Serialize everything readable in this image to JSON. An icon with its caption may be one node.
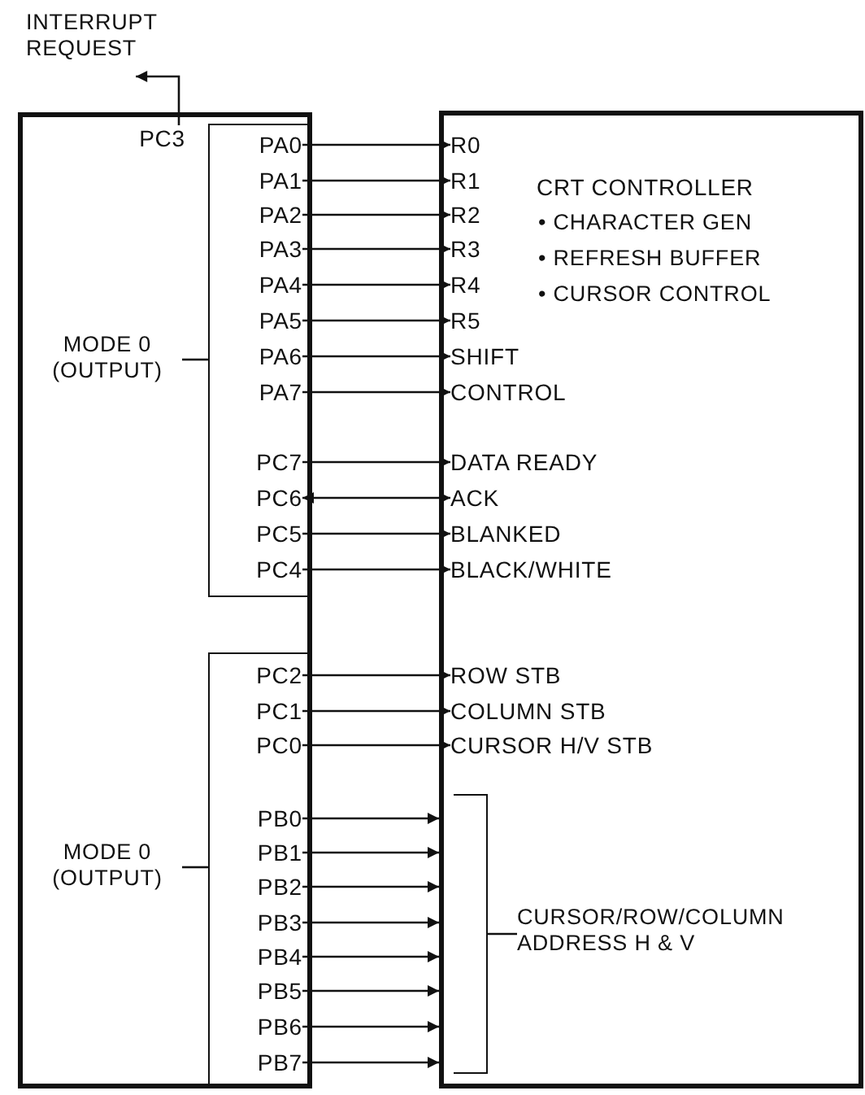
{
  "diagram": {
    "nodes": [
      {
        "text": [
          "INTERRUPT REQUEST"
        ]
      },
      {
        "text": [],
        "shape": "box"
      },
      {
        "text": [
          "PC3"
        ],
        "in": 1
      },
      {
        "text": [],
        "shape": "box",
        "in": 1
      },
      {
        "text": [
          "PA0"
        ],
        "in": 3
      },
      {
        "text": [
          "PA1"
        ],
        "in": 3
      },
      {
        "text": [
          "PA2"
        ],
        "in": 3
      },
      {
        "text": [
          "PA3"
        ],
        "in": 3
      },
      {
        "text": [
          "PA4"
        ],
        "in": 3
      },
      {
        "text": [
          "PA5"
        ],
        "in": 3
      },
      {
        "text": [
          "PA6"
        ],
        "in": 3
      },
      {
        "text": [
          "PA7"
        ],
        "in": 3
      },
      {
        "text": [
          "PC7"
        ],
        "in": 3
      },
      {
        "text": [
          "PC6"
        ],
        "in": 3
      },
      {
        "text": [
          "PC5"
        ],
        "in": 3
      },
      {
        "text": [
          "PC4"
        ],
        "in": 3
      },
      {
        "text": [
          "MODE 0 (OUTPUT)"
        ],
        "in": 1
      },
      {
        "text": [],
        "shape": "box",
        "in": 1
      },
      {
        "text": [
          "PC2"
        ],
        "in": 17
      },
      {
        "text": [
          "PC1"
        ],
        "in": 17
      },
      {
        "text": [
          "PC0"
        ],
        "in": 17
      },
      {
        "text": [
          "PB0"
        ],
        "in": 17
      },
      {
        "text": [
          "PB1"
        ],
        "in": 17
      },
      {
        "text": [
          "PB2"
        ],
        "in": 17
      },
      {
        "text": [
          "PB3"
        ],
        "in": 17
      },
      {
        "text": [
          "PB4"
        ],
        "in": 17
      },
      {
        "text": [
          "PB5"
        ],
        "in": 17
      },
      {
        "text": [
          "PB6"
        ],
        "in": 17
      },
      {
        "text": [
          "PB7"
        ],
        "in": 17
      },
      {
        "text": [
          "MODE 0 (OUTPUT)"
        ],
        "in": 1
      },
      {
        "text": [
          "CRT CONTROLLER",
          "• CHARACTER GEN",
          "• REFRESH BUFFER",
          "• CURSOR CONTROL"
        ]
      },
      {
        "text": [
          "R0"
        ],
        "in": 30
      },
      {
        "text": [
          "R1"
        ],
        "in": 30
      },
      {
        "text": [
          "R2"
        ],
        "in": 30
      },
      {
        "text": [
          "R3"
        ],
        "in": 30
      },
      {
        "text": [
          "R4"
        ],
        "in": 30
      },
      {
        "text": [
          "R5"
        ],
        "in": 30
      },
      {
        "text": [
          "SHIFT"
        ],
        "in": 30
      },
      {
        "text": [
          "CONTROL"
        ],
        "in": 30
      },
      {
        "text": [
          "DATA READY"
        ],
        "in": 30
      },
      {
        "text": [
          "ACK"
        ],
        "in": 30
      },
      {
        "text": [
          "BLANKED"
        ],
        "in": 30
      },
      {
        "text": [
          "BLACK/WHITE"
        ],
        "in": 30
      },
      {
        "text": [
          "ROW STB"
        ],
        "in": 30
      },
      {
        "text": [
          "COLUMN STB"
        ],
        "in": 30
      },
      {
        "text": [
          "CURSOR H/V STB"
        ],
        "in": 30
      },
      {
        "text": [],
        "shape": "bar",
        "in": 30
      },
      {
        "text": [
          "CURSOR/ROW/COLUMN ADDRESS H & V"
        ],
        "in": 30
      }
    ],
    "edges": [
      {
        "from": 2,
        "to": 0,
        "arrow": "to"
      },
      {
        "from": 4,
        "to": 31,
        "arrow": "to"
      },
      {
        "from": 5,
        "to": 32,
        "arrow": "to"
      },
      {
        "from": 6,
        "to": 33,
        "arrow": "to"
      },
      {
        "from": 7,
        "to": 34,
        "arrow": "to"
      },
      {
        "from": 8,
        "to": 35,
        "arrow": "to"
      },
      {
        "from": 9,
        "to": 36,
        "arrow": "to"
      },
      {
        "from": 10,
        "to": 37,
        "arrow": "to"
      },
      {
        "from": 11,
        "to": 38,
        "arrow": "to"
      },
      {
        "from": 12,
        "to": 39,
        "arrow": "to"
      },
      {
        "from": 13,
        "to": 40,
        "arrow": "both"
      },
      {
        "from": 14,
        "to": 41,
        "arrow": "to"
      },
      {
        "from": 15,
        "to": 42,
        "arrow": "to"
      },
      {
        "from": 16,
        "to": 3,
        "arrow": "none"
      },
      {
        "from": 18,
        "to": 43,
        "arrow": "to"
      },
      {
        "from": 19,
        "to": 44,
        "arrow": "to"
      },
      {
        "from": 20,
        "to": 45,
        "arrow": "to"
      },
      {
        "from": 21,
        "to": 30,
        "arrow": "to"
      },
      {
        "from": 22,
        "to": 30,
        "arrow": "to"
      },
      {
        "from": 23,
        "to": 30,
        "arrow": "to"
      },
      {
        "from": 24,
        "to": 30,
        "arrow": "to"
      },
      {
        "from": 25,
        "to": 30,
        "arrow": "to"
      },
      {
        "from": 26,
        "to": 30,
        "arrow": "to"
      },
      {
        "from": 27,
        "to": 30,
        "arrow": "to"
      },
      {
        "from": 28,
        "to": 30,
        "arrow": "to"
      },
      {
        "from": 29,
        "to": 17,
        "arrow": "none"
      },
      {
        "from": 47,
        "to": 46,
        "arrow": "none"
      }
    ]
  }
}
